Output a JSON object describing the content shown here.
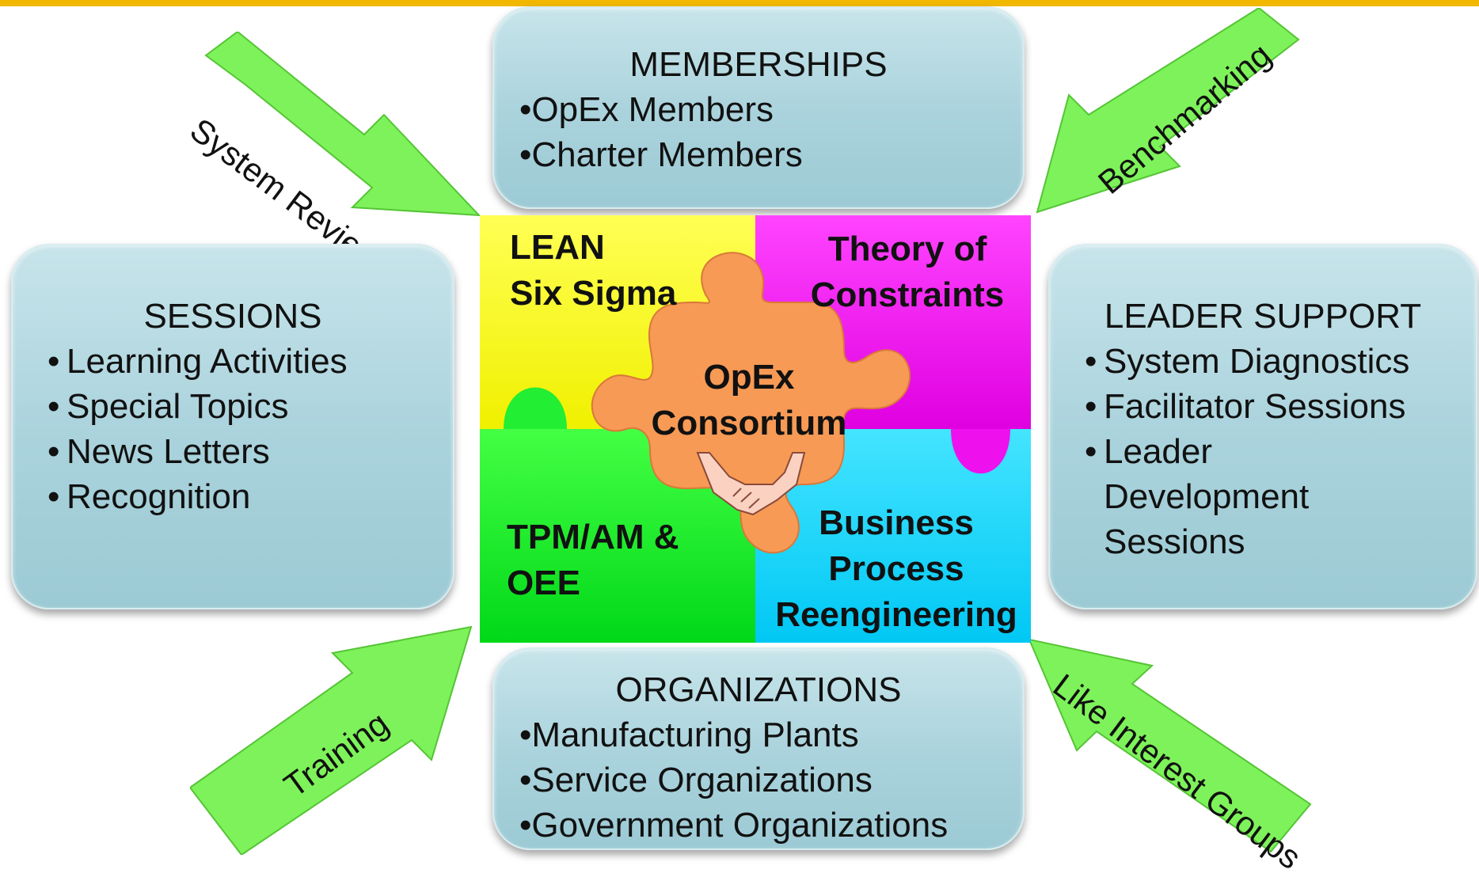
{
  "colors": {
    "accent_bar": "#f2b800",
    "panel": "#a9d2dc",
    "arrow": "#7ef25a",
    "lean": "#ffff00",
    "toc": "#ff00ff",
    "tpm": "#00ee22",
    "bpr": "#00d4ff",
    "center": "#f79a55"
  },
  "memberships": {
    "title": "MEMBERSHIPS",
    "items": [
      "•OpEx Members",
      "•Charter Members"
    ]
  },
  "organizations": {
    "title": "ORGANIZATIONS",
    "items": [
      "•Manufacturing Plants",
      "•Service Organizations",
      "•Government Organizations"
    ]
  },
  "sessions": {
    "title": "SESSIONS",
    "items": [
      "Learning Activities",
      "Special Topics",
      "News Letters",
      "Recognition"
    ]
  },
  "leader_support": {
    "title": "LEADER SUPPORT",
    "items": [
      "System Diagnostics",
      "Facilitator Sessions",
      "Leader"
    ],
    "continuation": [
      "Development",
      "Sessions"
    ]
  },
  "puzzle": {
    "lean": [
      "LEAN",
      "Six Sigma"
    ],
    "toc": [
      "Theory of",
      "Constraints"
    ],
    "tpm": [
      "TPM/AM &",
      "OEE"
    ],
    "bpr": [
      "Business",
      "Process",
      "Reengineering"
    ],
    "center": [
      "OpEx",
      "Consortium"
    ],
    "center_icon": "handshake-icon"
  },
  "arrows": {
    "top_left": "System Review",
    "top_right": "Benchmarking",
    "bottom_left": "Training",
    "bottom_right": "Like Interest Groups"
  }
}
